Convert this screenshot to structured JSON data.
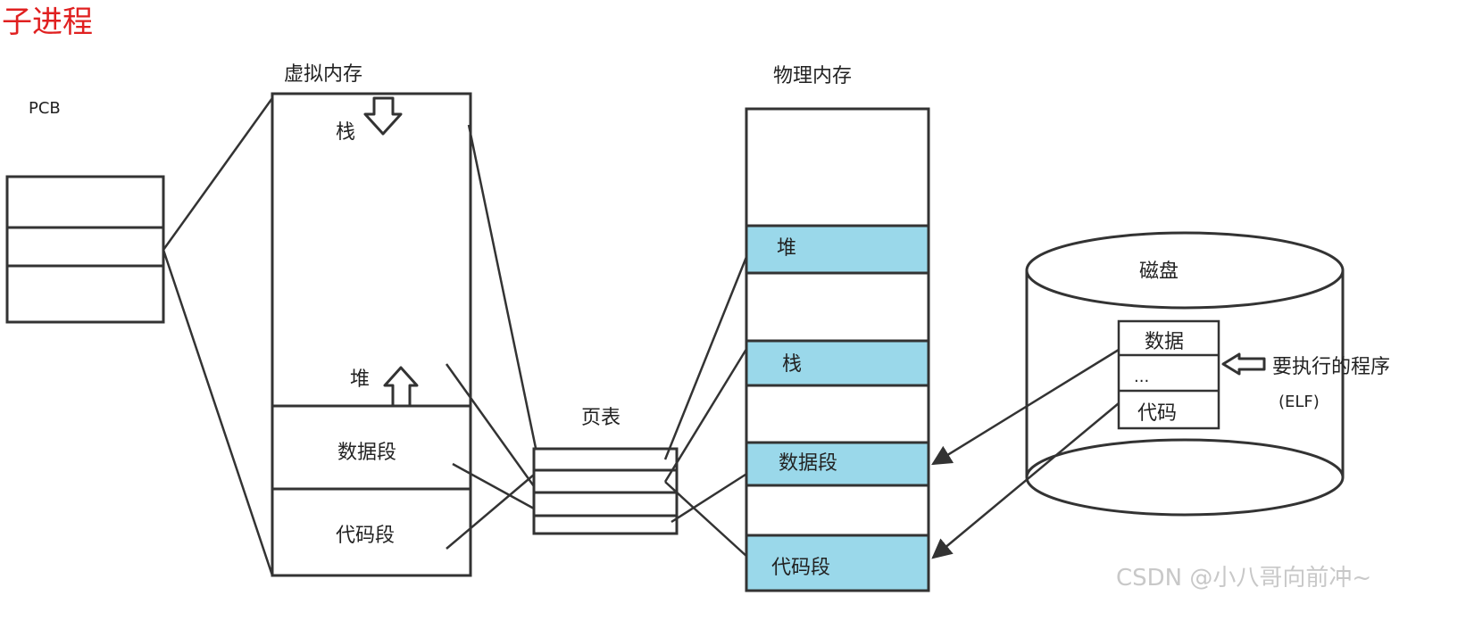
{
  "title": "子进程",
  "pcb": {
    "label": "PCB"
  },
  "virtual_memory": {
    "label": "虚拟内存",
    "stack": "栈",
    "heap": "堆",
    "data_segment": "数据段",
    "code_segment": "代码段"
  },
  "page_table": {
    "label": "页表"
  },
  "physical_memory": {
    "label": "物理内存",
    "heap": "堆",
    "stack": "栈",
    "data_segment": "数据段",
    "code_segment": "代码段"
  },
  "disk": {
    "label": "磁盘",
    "data": "数据",
    "ellipsis": "...",
    "code": "代码",
    "program_note": "要执行的程序",
    "elf_note": "(ELF)"
  },
  "watermark": "CSDN @小八哥向前冲~",
  "colors": {
    "highlight": "#9ad8ea",
    "title": "#e02020"
  }
}
